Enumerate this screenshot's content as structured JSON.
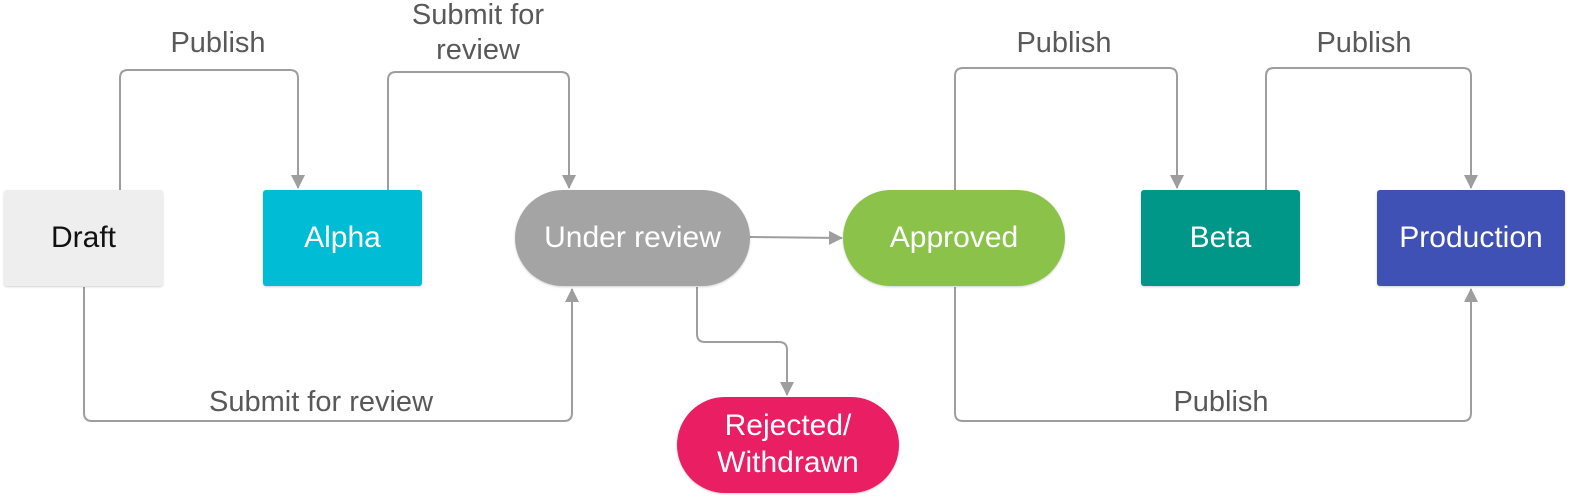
{
  "colors": {
    "connector": "#9e9e9e",
    "label_text": "#595959"
  },
  "nodes": {
    "draft": {
      "label": "Draft",
      "bg": "#eeeeee",
      "fg": "#111111"
    },
    "alpha": {
      "label": "Alpha",
      "bg": "#00bcd4",
      "fg": "#ffffff"
    },
    "under_review": {
      "label": "Under review",
      "bg": "#a4a4a4",
      "fg": "#ffffff"
    },
    "approved": {
      "label": "Approved",
      "bg": "#8bc34a",
      "fg": "#ffffff"
    },
    "beta": {
      "label": "Beta",
      "bg": "#009688",
      "fg": "#ffffff"
    },
    "production": {
      "label": "Production",
      "bg": "#3f51b5",
      "fg": "#ffffff"
    },
    "rejected": {
      "label": "Rejected/\nWithdrawn",
      "bg": "#e91e63",
      "fg": "#ffffff"
    }
  },
  "edges": {
    "draft_to_alpha": {
      "label": "Publish"
    },
    "alpha_to_review": {
      "label": "Submit for\nreview"
    },
    "draft_to_review": {
      "label": "Submit for review"
    },
    "approved_to_beta": {
      "label": "Publish"
    },
    "beta_to_production": {
      "label": "Publish"
    },
    "approved_to_production": {
      "label": "Publish"
    },
    "review_to_approved": {
      "label": ""
    },
    "review_to_rejected": {
      "label": ""
    }
  }
}
